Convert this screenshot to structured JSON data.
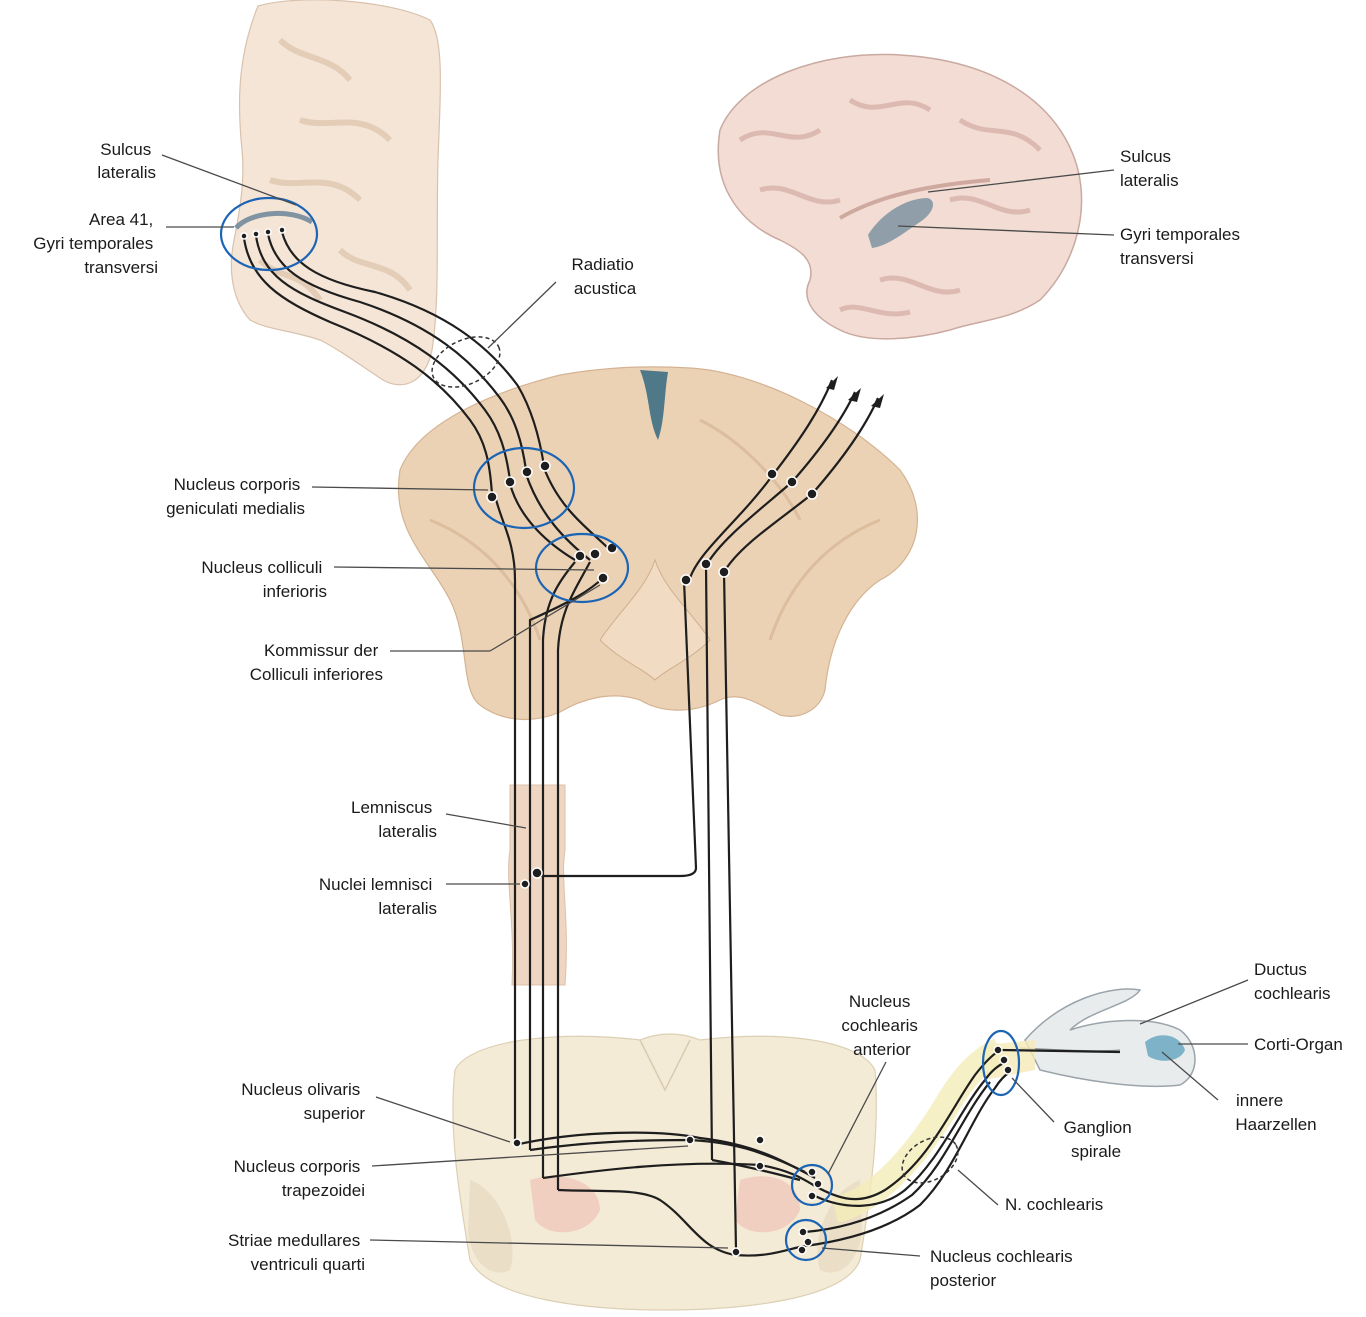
{
  "labels": {
    "sulcus_lateralis_left": [
      "Sulcus",
      "lateralis"
    ],
    "area41": [
      "Area 41,",
      "Gyri temporales",
      "transversi"
    ],
    "radiatio": [
      "Radiatio",
      "acustica"
    ],
    "sulcus_lateralis_right": [
      "Sulcus",
      "lateralis"
    ],
    "gyri_right": [
      "Gyri temporales",
      "transversi"
    ],
    "ncgm": [
      "Nucleus corporis",
      "geniculati medialis"
    ],
    "nci": [
      "Nucleus colliculi",
      "inferioris"
    ],
    "kommissur": [
      "Kommissur der",
      "Colliculi inferiores"
    ],
    "lemniscus": [
      "Lemniscus",
      "lateralis"
    ],
    "nuclei_lemnisci": [
      "Nuclei lemnisci",
      "lateralis"
    ],
    "ductus": [
      "Ductus",
      "cochlearis"
    ],
    "nca": [
      "Nucleus",
      "cochlearis",
      "anterior"
    ],
    "corti": [
      "Corti-Organ"
    ],
    "innere": [
      "innere",
      "Haarzellen"
    ],
    "ganglion": [
      "Ganglion",
      "spirale"
    ],
    "olivaris": [
      "Nucleus olivaris",
      "superior"
    ],
    "trapezoidei": [
      "Nucleus corporis",
      "trapezoidei"
    ],
    "ncochlearis": [
      "N. cochlearis"
    ],
    "striae": [
      "Striae medullares",
      "ventriculi quarti"
    ],
    "ncp": [
      "Nucleus cochlearis",
      "posterior"
    ]
  },
  "colors": {
    "highlight_circle": "#1c64b4",
    "tissue": "#f3e6d6",
    "brainstem": "#e9cfb2",
    "medulla": "#f3e9d3",
    "cortex_area": "#8a9aa6"
  }
}
